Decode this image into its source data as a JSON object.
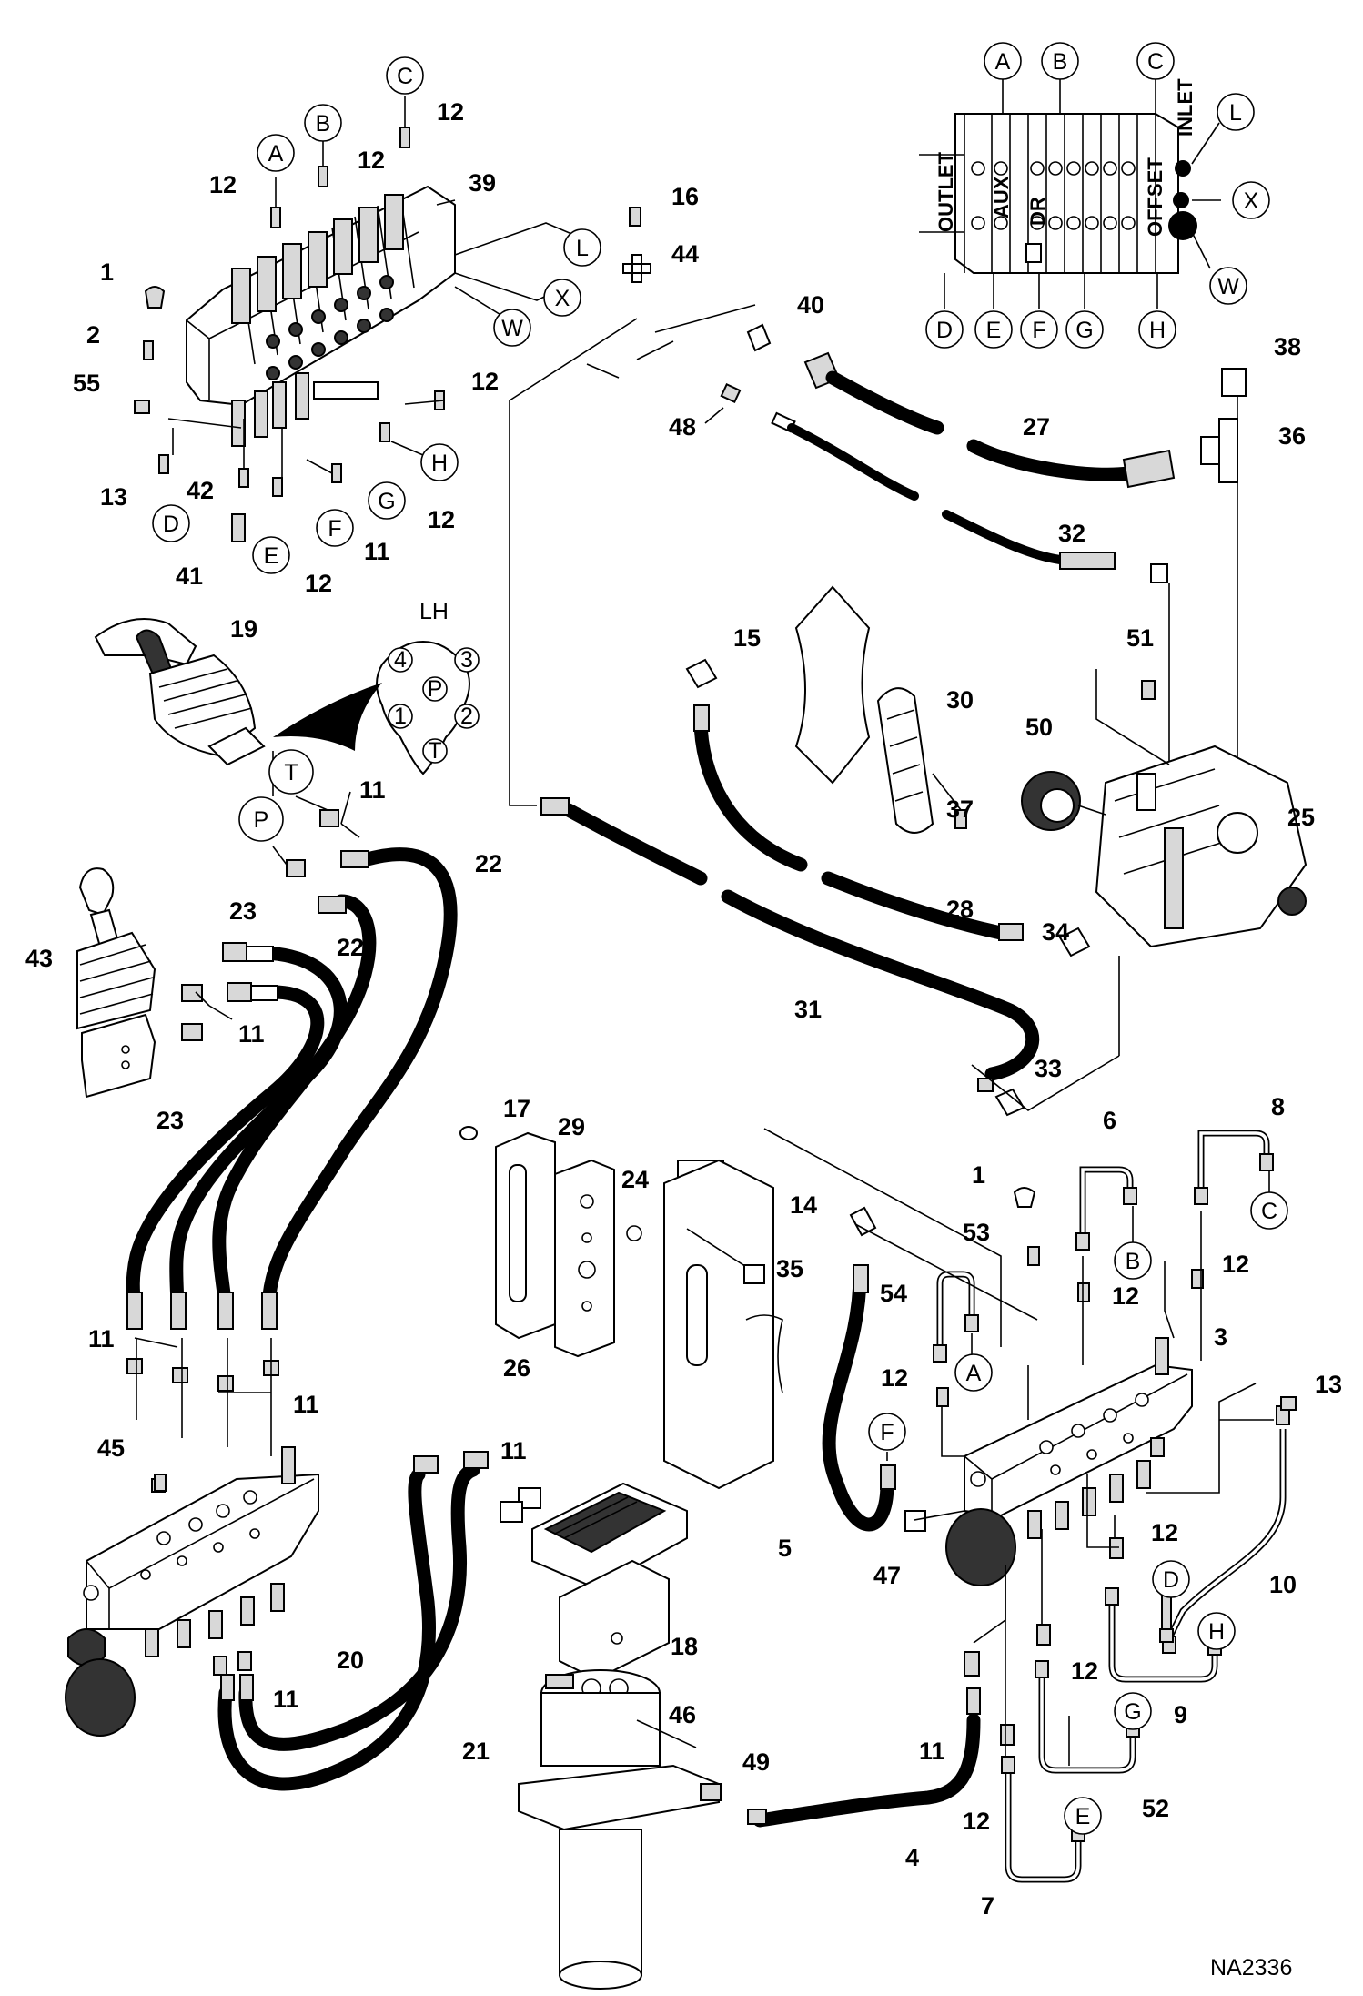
{
  "drawing_code": "NA2336",
  "connector_title": "LH",
  "connector_pins": [
    "4",
    "3",
    "P",
    "1",
    "2",
    "T"
  ],
  "valve_labels": {
    "outlet": "OUTLET",
    "aux": "AUX",
    "dr": "DR",
    "offset": "OFFSET",
    "inlet": "INLET"
  },
  "callouts": {
    "a1": "A",
    "b1": "B",
    "c1": "C",
    "d1": "D",
    "e1": "E",
    "f1": "F",
    "g1": "G",
    "h1": "H",
    "l1": "L",
    "x1": "X",
    "w1": "W",
    "va": "A",
    "vb": "B",
    "vc": "C",
    "vd": "D",
    "ve": "E",
    "vf": "F",
    "vg": "G",
    "vh": "H",
    "vl": "L",
    "vx": "X",
    "vw": "W",
    "t": "T",
    "p": "P",
    "b2": "B",
    "c2": "C",
    "a2": "A",
    "f2": "F",
    "d2": "D",
    "h2": "H",
    "g2": "G",
    "e2": "E"
  },
  "part_numbers": {
    "n1a": "1",
    "n2": "2",
    "n55": "55",
    "n12a": "12",
    "n12b": "12",
    "n12c": "12",
    "n39": "39",
    "n16": "16",
    "n44": "44",
    "n12d": "12",
    "n13a": "13",
    "n42": "42",
    "n41": "41",
    "n12e": "12",
    "n11a": "11",
    "n12f": "12",
    "n40": "40",
    "n48": "48",
    "n27": "27",
    "n38": "38",
    "n36": "36",
    "n32": "32",
    "n19": "19",
    "n15": "15",
    "n30": "30",
    "n51": "51",
    "n50": "50",
    "n37": "37",
    "n25": "25",
    "n11b": "11",
    "n22a": "22",
    "n23a": "23",
    "n22b": "22",
    "n43": "43",
    "n11c": "11",
    "n28": "28",
    "n34": "34",
    "n31": "31",
    "n33": "33",
    "n23b": "23",
    "n17": "17",
    "n29": "29",
    "n6": "6",
    "n8": "8",
    "n1b": "1",
    "n24": "24",
    "n14": "14",
    "n53": "53",
    "n12g": "12",
    "n12h": "12",
    "n35": "35",
    "n54": "54",
    "n3": "3",
    "n11d": "11",
    "n11e": "11",
    "n26": "26",
    "n12i": "12",
    "n13b": "13",
    "n45": "45",
    "n11f": "11",
    "n5": "5",
    "n47": "47",
    "n12j": "12",
    "n10": "10",
    "n18": "18",
    "n20": "20",
    "n11g": "11",
    "n46": "46",
    "n21": "21",
    "n49": "49",
    "n11h": "11",
    "n12k": "12",
    "n9": "9",
    "n52": "52",
    "n4": "4",
    "n12l": "12",
    "n7": "7"
  }
}
